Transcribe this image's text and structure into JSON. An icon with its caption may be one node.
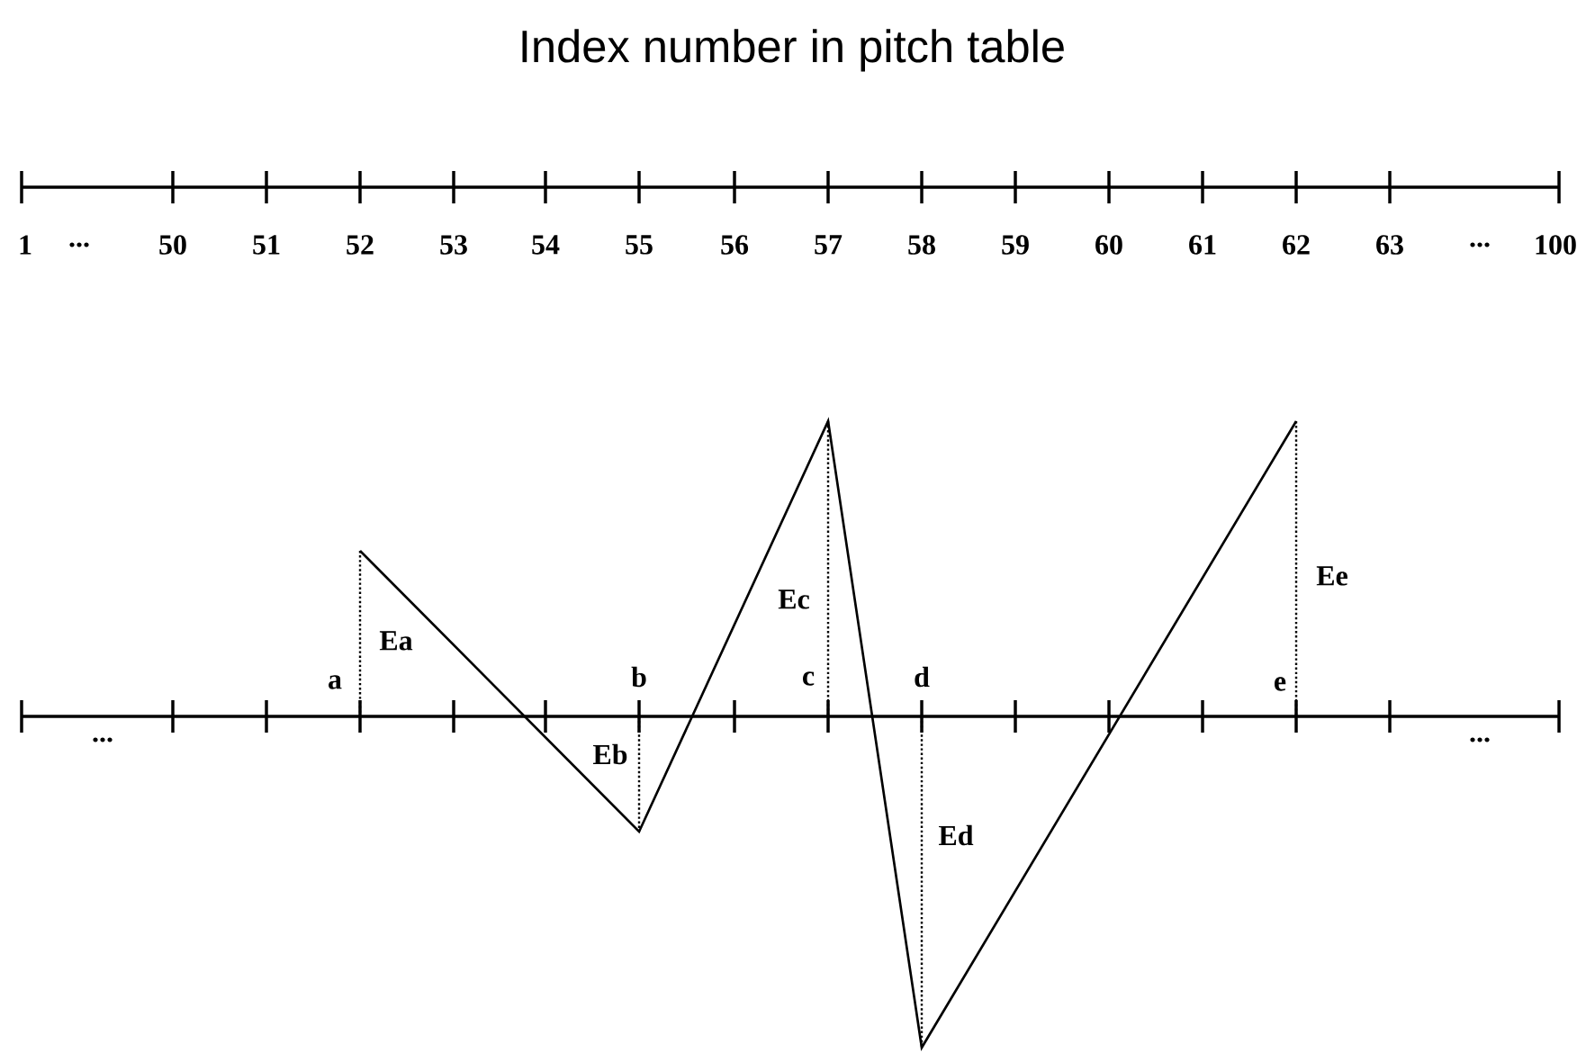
{
  "diagram": {
    "title": "Index number in pitch table",
    "labels": [
      "1",
      "...",
      "50",
      "51",
      "52",
      "53",
      "54",
      "55",
      "56",
      "57",
      "58",
      "59",
      "60",
      "61",
      "62",
      "63",
      "...",
      "100",
      "Ee",
      "Ec",
      "Ea",
      "a",
      "b",
      "c",
      "d",
      "e",
      "...",
      "Eb",
      "...",
      "Ed"
    ]
  }
}
